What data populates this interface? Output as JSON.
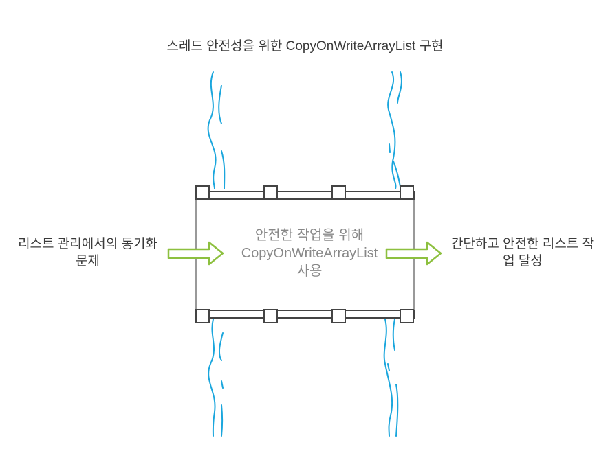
{
  "title": "스레드 안전성을 위한 CopyOnWriteArrayList 구현",
  "input_label": "리스트 관리에서의 동기화 문제",
  "process_label": {
    "line1": "안전한 작업을 위해",
    "line2": "CopyOnWriteArrayList",
    "line3": "사용"
  },
  "output_label": "간단하고 안전한 리스트 작업 달성",
  "colors": {
    "stream": "#1aa6dd",
    "arrow": "#8dc03f",
    "frame": "#444444",
    "box_border": "#999999"
  }
}
